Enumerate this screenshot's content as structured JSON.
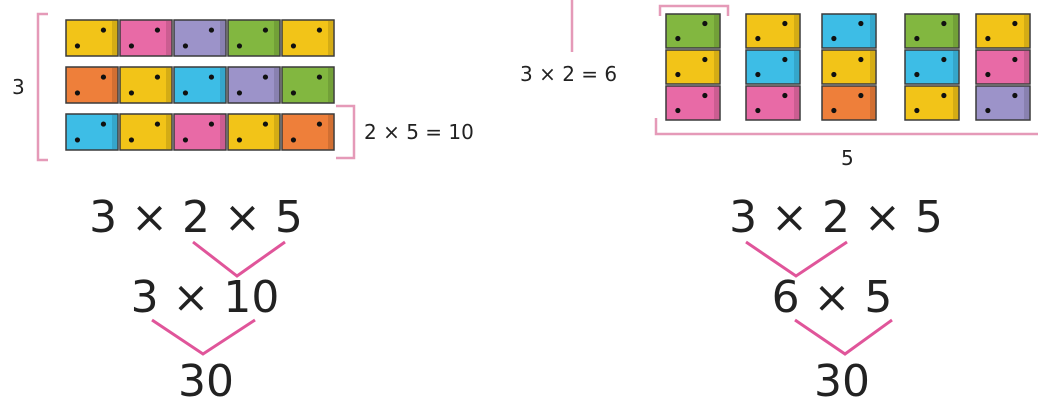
{
  "colors": {
    "yellow": "#f2c418",
    "pink": "#e86aa6",
    "purple": "#9c93c9",
    "green": "#82b740",
    "orange": "#ee7f3a",
    "blue": "#3dbde6",
    "bracket": "#e59ab8",
    "connector": "#e0559a",
    "brick_edge": "#3a3a3a",
    "dot": "#111111"
  },
  "left_model": {
    "rows_label": "3",
    "row_equation": "2 × 5 = 10",
    "rows": [
      [
        "yellow",
        "pink",
        "purple",
        "green",
        "yellow"
      ],
      [
        "orange",
        "yellow",
        "blue",
        "purple",
        "green"
      ],
      [
        "blue",
        "yellow",
        "pink",
        "yellow",
        "orange"
      ]
    ]
  },
  "right_model": {
    "column_equation": "3 × 2 = 6",
    "columns_label": "5",
    "columns": [
      [
        "green",
        "yellow",
        "pink"
      ],
      [
        "yellow",
        "blue",
        "pink"
      ],
      [
        "blue",
        "yellow",
        "orange"
      ],
      [
        "green",
        "blue",
        "yellow"
      ],
      [
        "yellow",
        "pink",
        "purple"
      ]
    ]
  },
  "left_steps": {
    "line1": "3 × 2 × 5",
    "line2": "3 × 10",
    "result": "30"
  },
  "right_steps": {
    "line1": "3 × 2 × 5",
    "line2": "6 × 5",
    "result": "30"
  }
}
